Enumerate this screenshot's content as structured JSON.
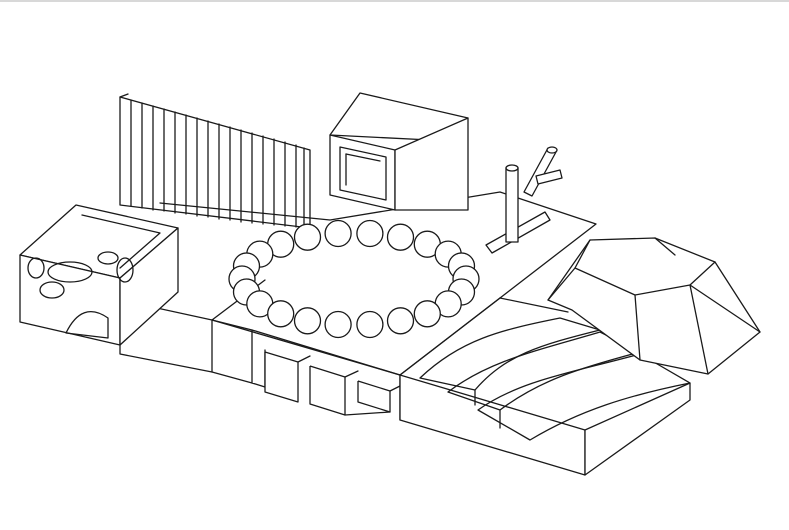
{
  "figure": {
    "kind": "isometric line drawing",
    "colors": {
      "line": "#1a1a1a",
      "background": "#ffffff",
      "top_rule": "#d8d8d8"
    },
    "objects": [
      "base-slab",
      "cheese-block",
      "ribbed-wall",
      "hollow-frame-box",
      "pipe-fixture",
      "bead-ring",
      "trench-columns",
      "wavy-steps",
      "faceted-mound"
    ],
    "bead_ring": {
      "bead_count": 22
    },
    "ribbed_wall": {
      "rib_count": 17
    },
    "trench": {
      "column_count": 3
    }
  }
}
